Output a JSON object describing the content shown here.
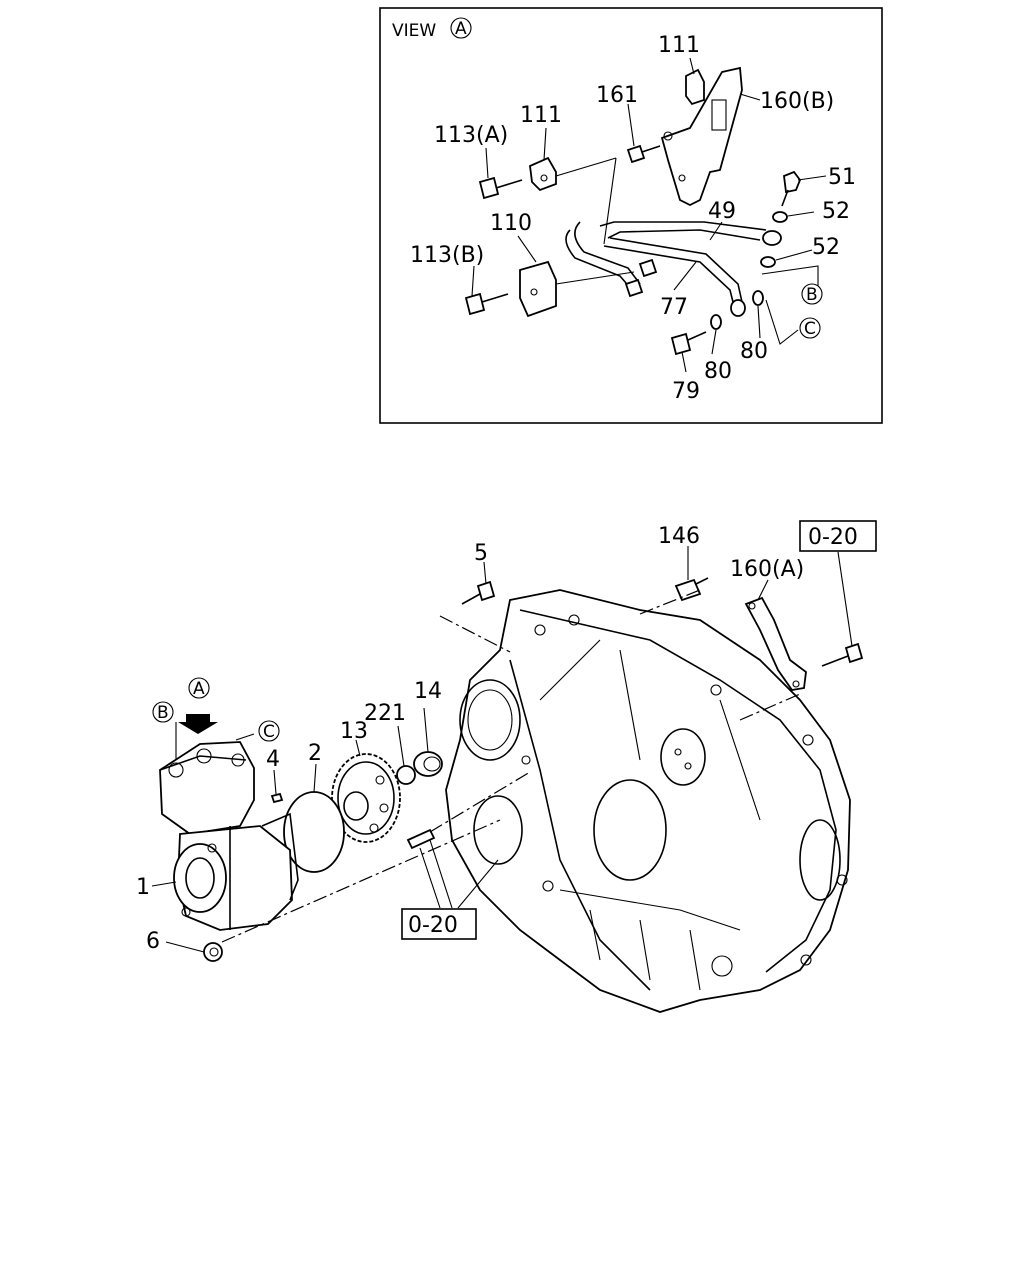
{
  "view_panel": {
    "title": "VIEW",
    "title_marker": "A",
    "labels": {
      "l111a": "111",
      "l161": "161",
      "l160b": "160(B)",
      "l113a": "113(A)",
      "l111b": "111",
      "l51": "51",
      "l49": "49",
      "l52a": "52",
      "l52b": "52",
      "l110": "110",
      "l113b": "113(B)",
      "l77": "77",
      "l80a": "80",
      "l80b": "80",
      "l79": "79"
    },
    "markers": {
      "b": "B",
      "c": "C"
    }
  },
  "main_view": {
    "labels": {
      "l5": "5",
      "l146": "146",
      "l160a": "160(A)",
      "l020a": "0-20",
      "l14": "14",
      "l221": "221",
      "l13": "13",
      "l2": "2",
      "l4": "4",
      "l1": "1",
      "l6": "6",
      "l020b": "0-20"
    },
    "markers": {
      "a": "A",
      "b": "B",
      "c": "C"
    }
  }
}
